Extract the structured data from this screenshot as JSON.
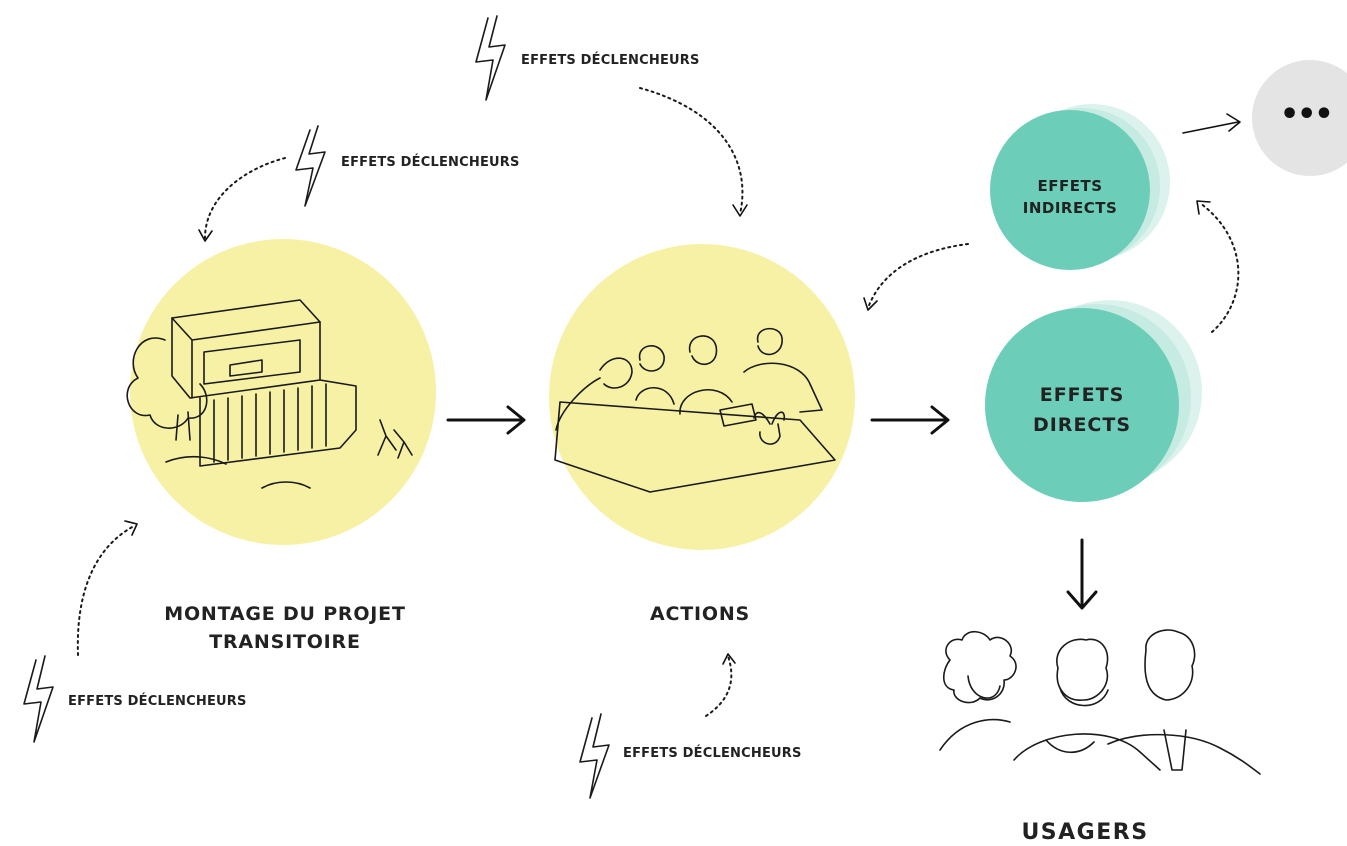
{
  "trigger_label": "EFFETS DÉCLENCHEURS",
  "nodes": {
    "montage": {
      "line1": "MONTAGE DU PROJET",
      "line2": "TRANSITOIRE"
    },
    "actions": {
      "label": "ACTIONS"
    },
    "effets_indirects": {
      "line1": "EFFETS",
      "line2": "INDIRECTS"
    },
    "effets_directs": {
      "line1": "EFFETS",
      "line2": "DIRECTS"
    },
    "more": {
      "label": "•••"
    },
    "usagers": {
      "label": "USAGERS"
    }
  },
  "colors": {
    "yellow_circle": "#f7f1a6",
    "teal_circle": "#6ccdb9",
    "teal_shadow": "#bfe8df",
    "grey_circle": "#e4e4e4",
    "ink": "#1a1a1a"
  }
}
